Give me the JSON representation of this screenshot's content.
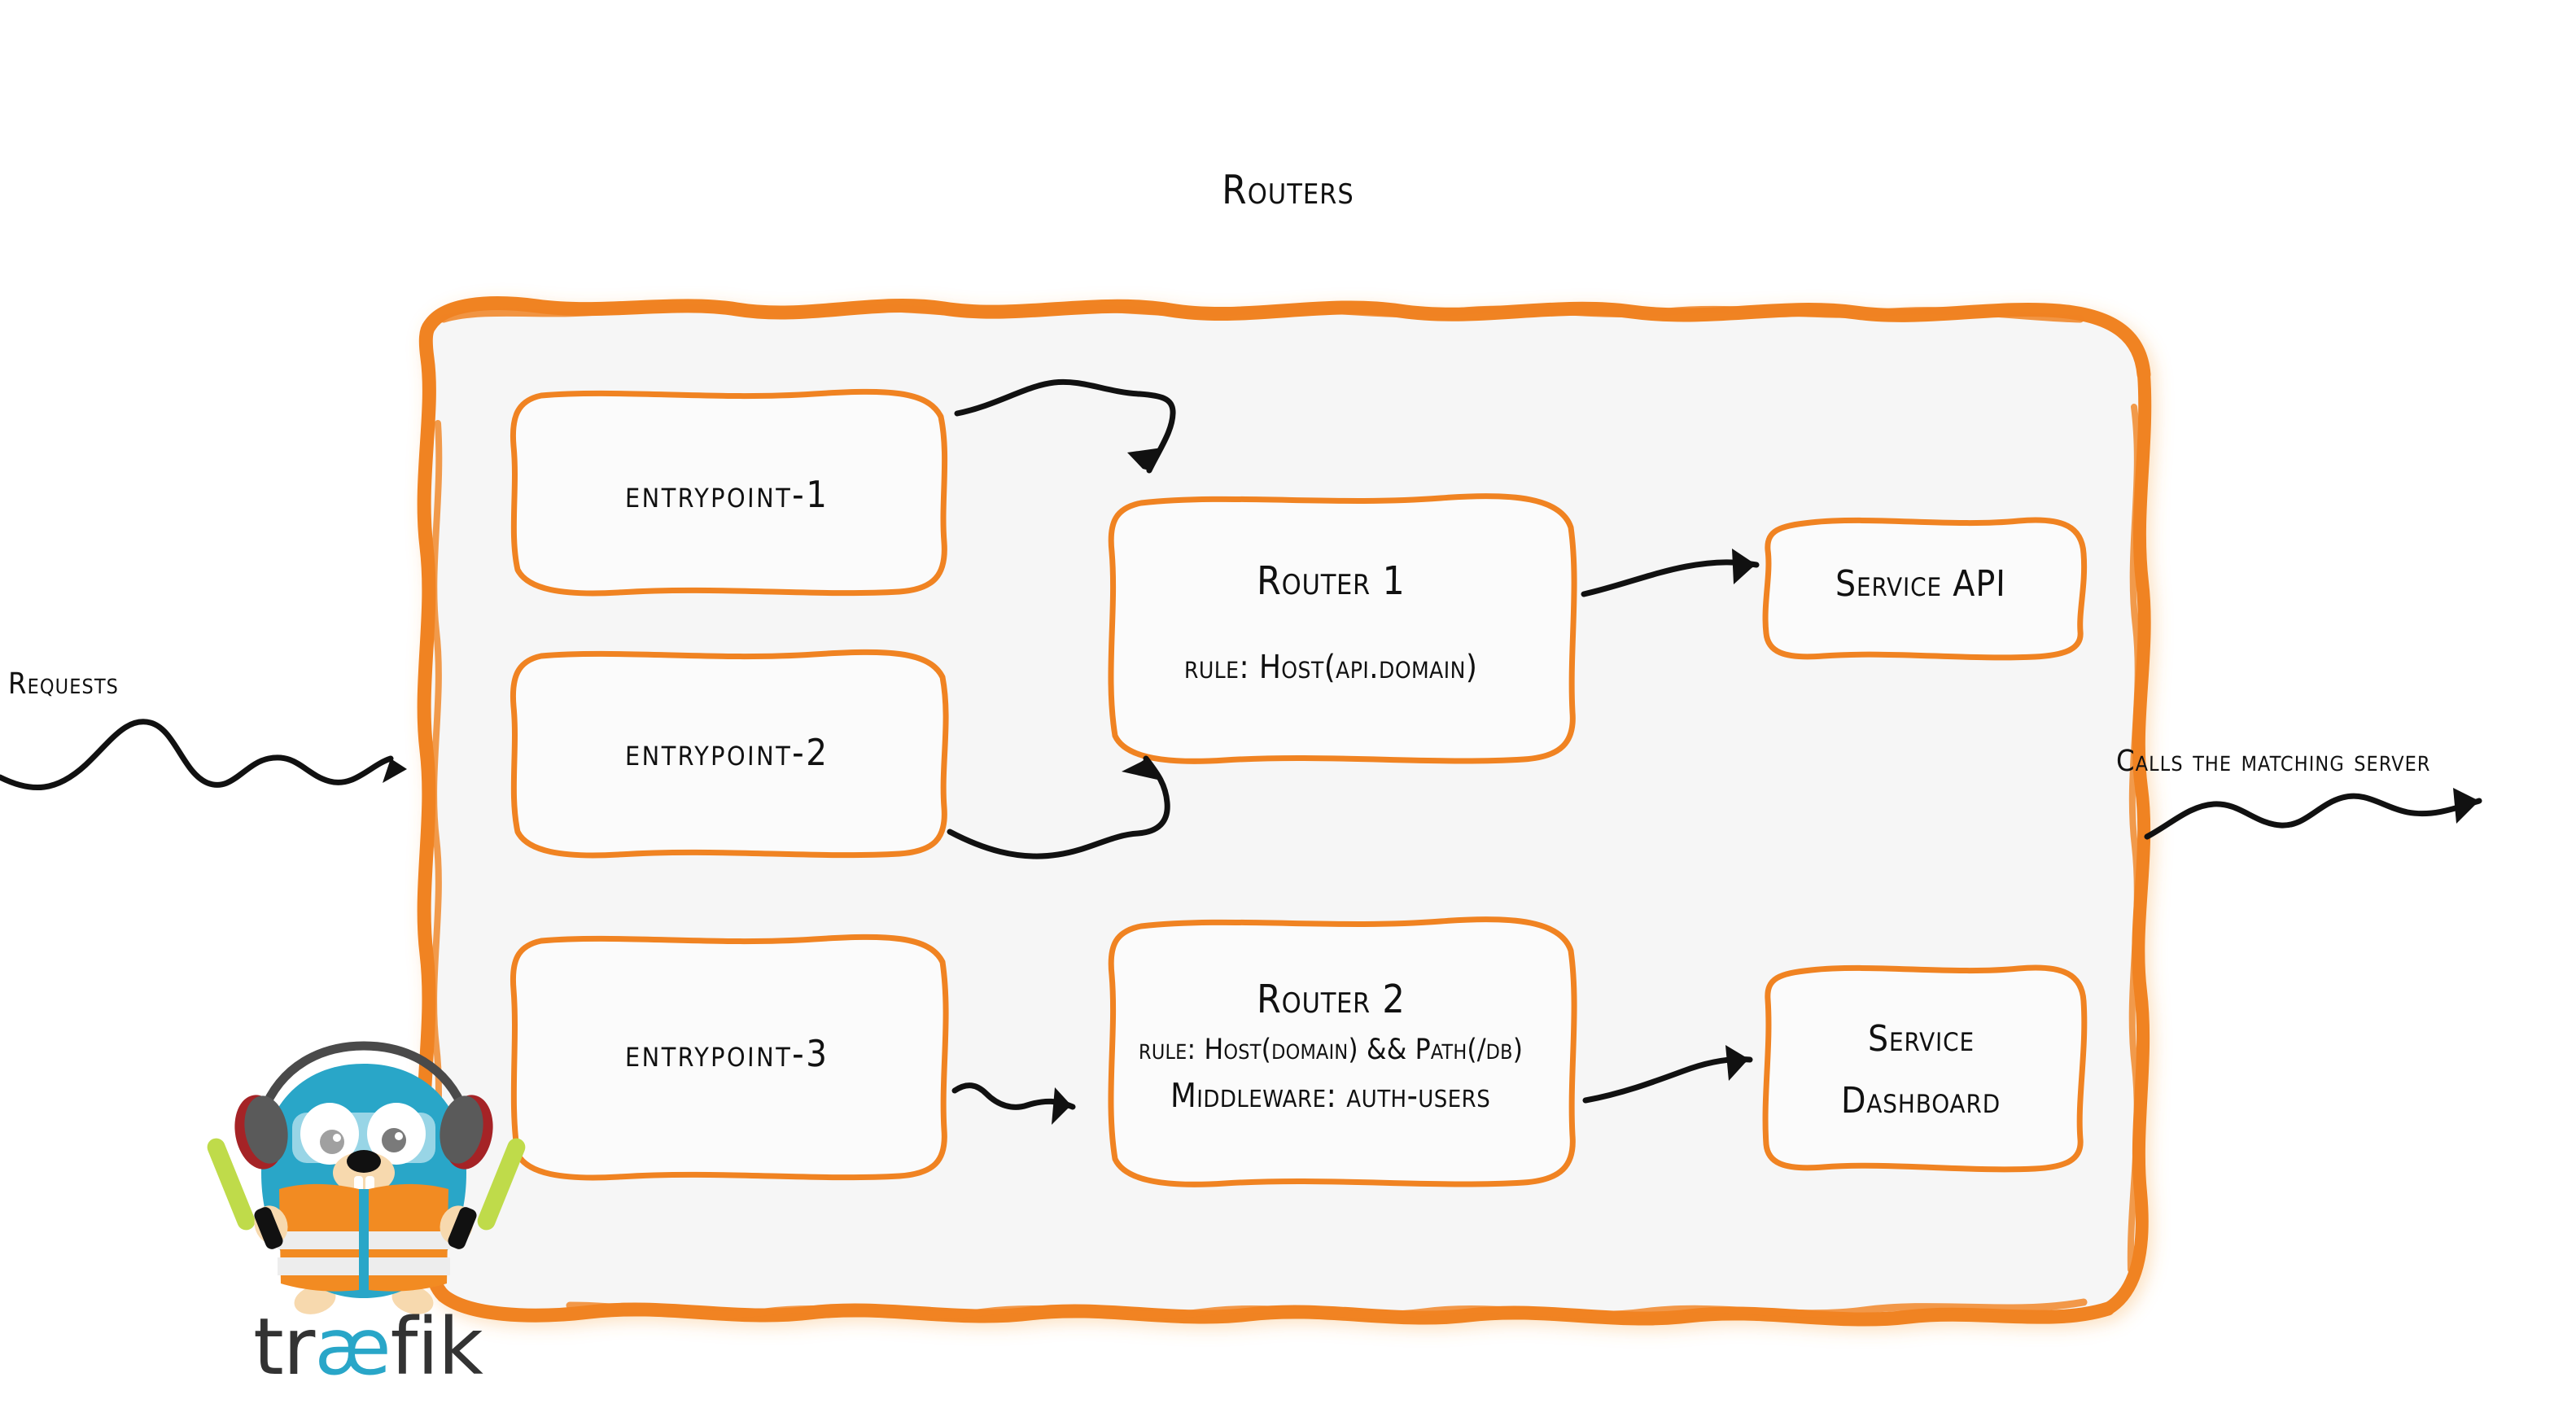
{
  "diagram": {
    "title": "Routers",
    "type": "flow-diagram",
    "brand": "Traefik",
    "colors": {
      "accent_orange": "#F08322",
      "panel_fill": "#F6F6F6",
      "stroke_black": "#111111",
      "gopher_cyan": "#29A6C8",
      "vest_orange": "#F28B22",
      "wand_green": "#BFDB4A",
      "logo_dark": "#333333",
      "page_bg": "#FFFFFF"
    }
  },
  "container": {
    "name": "routers-panel",
    "label": "Routers"
  },
  "entrypoints": [
    {
      "id": "entrypoint-1",
      "label": "entrypoint-1"
    },
    {
      "id": "entrypoint-2",
      "label": "entrypoint-2"
    },
    {
      "id": "entrypoint-3",
      "label": "entrypoint-3"
    }
  ],
  "routers": [
    {
      "id": "router-1",
      "title": "Router 1",
      "rule": "rule: Host(api.domain)",
      "middleware": ""
    },
    {
      "id": "router-2",
      "title": "Router 2",
      "rule": "rule: Host(domain) && Path(/db)",
      "middleware": "Middleware: auth-users"
    }
  ],
  "services": [
    {
      "id": "service-api",
      "line1": "Service API",
      "line2": ""
    },
    {
      "id": "service-dashboard",
      "line1": "Service",
      "line2": "Dashboard"
    }
  ],
  "side_labels": {
    "left": "Requests",
    "right": "Calls the matching server"
  },
  "logo": {
    "text_part_1": "tr",
    "text_part_2": "æ",
    "text_part_3": "fik",
    "full_text": "træfik"
  },
  "chart_data": {
    "type": "flow",
    "title": "Routers",
    "nodes": [
      {
        "id": "entrypoint-1",
        "label": "entrypoint-1",
        "group": "entrypoints"
      },
      {
        "id": "entrypoint-2",
        "label": "entrypoint-2",
        "group": "entrypoints"
      },
      {
        "id": "entrypoint-3",
        "label": "entrypoint-3",
        "group": "entrypoints"
      },
      {
        "id": "router-1",
        "label": "Router 1",
        "group": "routers"
      },
      {
        "id": "router-2",
        "label": "Router 2",
        "group": "routers"
      },
      {
        "id": "service-api",
        "label": "Service API",
        "group": "services"
      },
      {
        "id": "service-dashboard",
        "label": "Service Dashboard",
        "group": "services"
      }
    ],
    "edges": [
      {
        "from": "requests",
        "to": "routers-panel",
        "label": "Requests"
      },
      {
        "from": "entrypoint-1",
        "to": "router-1",
        "label": ""
      },
      {
        "from": "entrypoint-2",
        "to": "router-1",
        "label": ""
      },
      {
        "from": "entrypoint-3",
        "to": "router-2",
        "label": ""
      },
      {
        "from": "router-1",
        "to": "service-api",
        "label": ""
      },
      {
        "from": "router-2",
        "to": "service-dashboard",
        "label": ""
      },
      {
        "from": "routers-panel",
        "to": "server",
        "label": "Calls the matching server"
      }
    ]
  }
}
